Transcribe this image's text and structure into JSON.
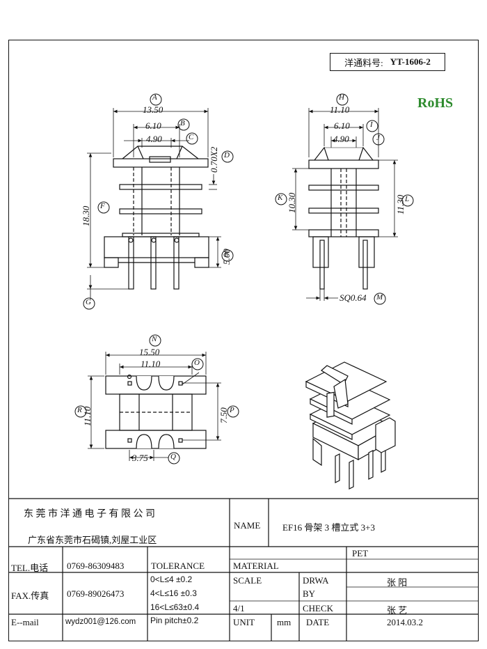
{
  "header": {
    "part_label": "洋通料号:",
    "part_number": "YT-1606-2",
    "rohs": "RoHS"
  },
  "dims": {
    "A": "A",
    "A_val": "13.50",
    "B": "B",
    "B_val": "6.10",
    "C": "C",
    "C_val": "4.90",
    "D": "D",
    "D_val": "0.70X2",
    "E": "E",
    "E_val": "5.00",
    "F": "F",
    "F_val": "18.30",
    "G": "G",
    "H": "H",
    "H_val": "11.10",
    "I": "I",
    "I_val": "6.10",
    "J": "J",
    "J_val": "4.90",
    "K": "K",
    "K_val": "10.30",
    "L": "L",
    "L_val": "11.30",
    "M": "M",
    "M_val": "SQ0.64",
    "N": "N",
    "N_val": "15.50",
    "O": "O",
    "O_val": "11.10",
    "P": "P",
    "P_val": "7.50",
    "Q": "Q",
    "Q_val": "3.75",
    "R": "R",
    "R_val": "11.10"
  },
  "titleblock": {
    "company": "东 莞 市 洋 通 电 子 有 限 公 司",
    "address": "广东省东莞市石碣镇,刘屋工业区",
    "name_label": "NAME",
    "name_value": "EF16 骨架 3 槽立式 3+3",
    "tel_label": "TEL.电话",
    "tel_value": "0769-86309483",
    "tolerance_label": "TOLERANCE",
    "material_label": "MATERIAL",
    "material_value": "PET",
    "fax_label": "FAX.传真",
    "fax_value": "0769-89026473",
    "tol1": "0<L≤4   ±0.2",
    "tol2": "4<L≤16  ±0.3",
    "tol3": "16<L≤63±0.4",
    "tol4": "Pin pitch±0.2",
    "scale_label": "SCALE",
    "scale_value": "4/1",
    "drawn_label1": "DRWA",
    "drawn_label2": "BY",
    "drawn_value": "张 阳",
    "check_label": "CHECK",
    "check_value": "张 艺",
    "email_label": "E--mail",
    "email_value": "wydz001@126.com",
    "unit_label": "UNIT",
    "unit_value": "mm",
    "date_label": "DATE",
    "date_value": "2014.03.2"
  }
}
